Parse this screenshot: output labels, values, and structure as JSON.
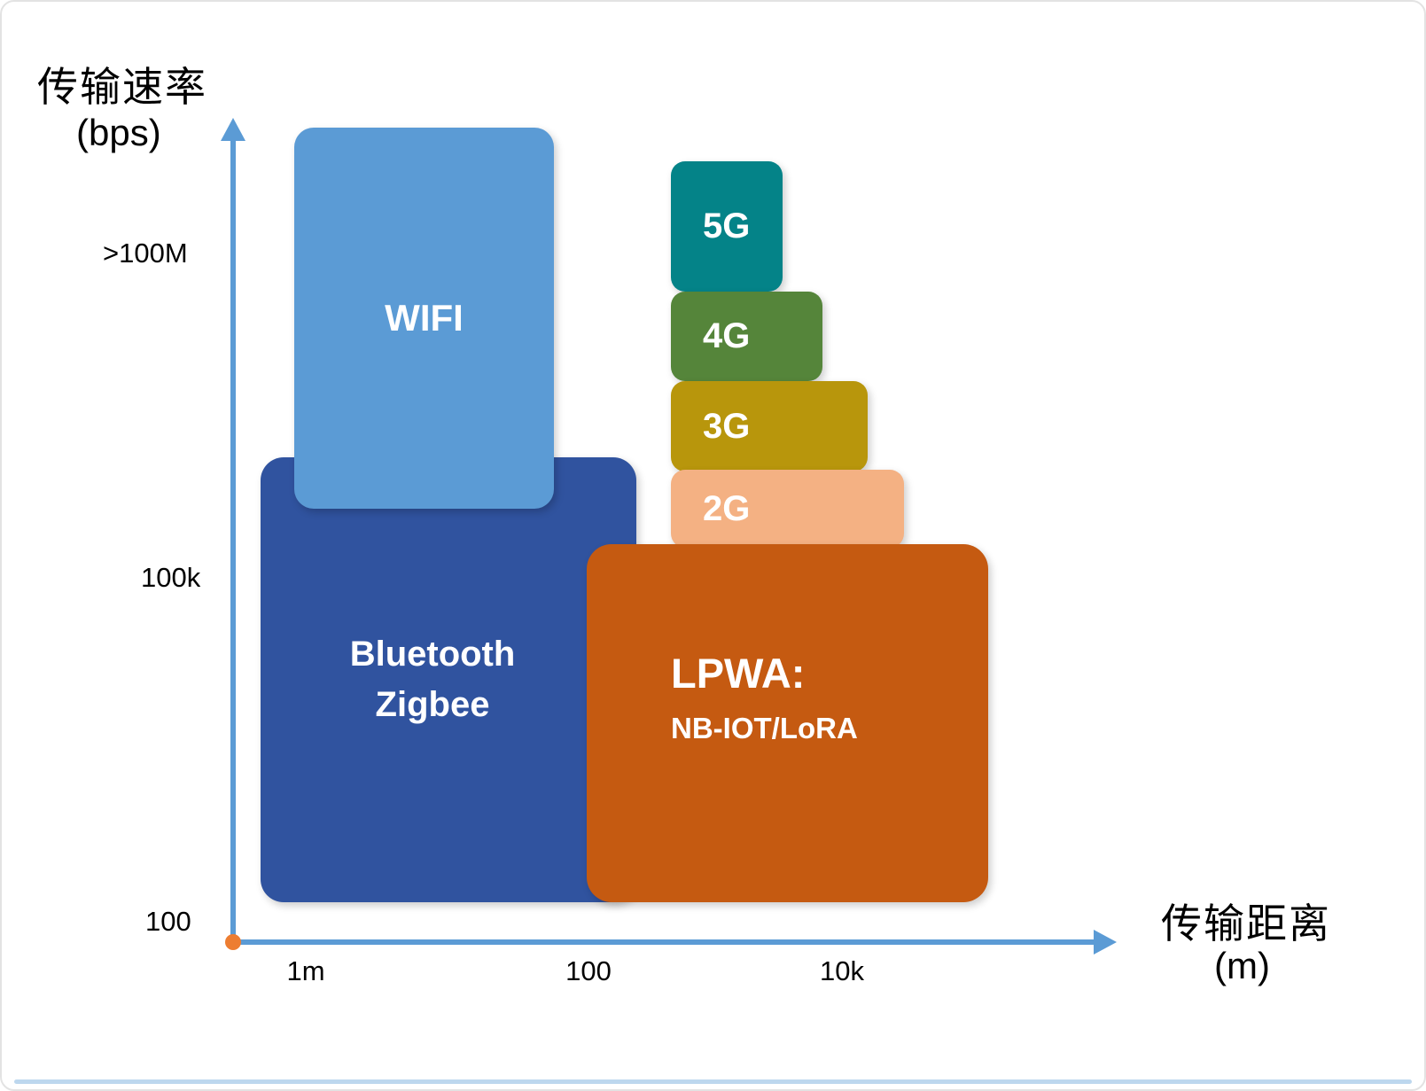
{
  "y_axis": {
    "title": "传输速率",
    "unit": "(bps)",
    "ticks": [
      ">100M",
      "100k",
      "100"
    ]
  },
  "x_axis": {
    "title": "传输距离",
    "unit": "(m)",
    "ticks": [
      "1m",
      "100",
      "10k"
    ]
  },
  "blocks": {
    "wifi": {
      "label": "WIFI",
      "color": "#5B9BD5"
    },
    "bluetooth": {
      "line1": "Bluetooth",
      "line2": "Zigbee",
      "color": "#30539F"
    },
    "lpwa": {
      "line1": "LPWA:",
      "line2": "NB-IOT/LoRA",
      "color": "#C55A11"
    },
    "g5": {
      "label": "5G",
      "color": "#048388"
    },
    "g4": {
      "label": "4G",
      "color": "#55853A"
    },
    "g3": {
      "label": "3G",
      "color": "#B8960C"
    },
    "g2": {
      "label": "2G",
      "color": "#F4B183"
    }
  },
  "colors": {
    "axis": "#5B9BD5",
    "origin_dot": "#ED7D31",
    "block_text": "#FFFFFF",
    "bottom_edge": "#BDD7EE"
  },
  "chart_data": {
    "type": "scatter",
    "title": "",
    "xlabel": "传输距离 (m)",
    "ylabel": "传输速率 (bps)",
    "x_ticks": [
      "1m",
      "100",
      "10k"
    ],
    "y_ticks": [
      "100",
      "100k",
      ">100M"
    ],
    "grid": false,
    "legend": false,
    "regions": [
      {
        "name": "WIFI",
        "x_range": "1m–100",
        "y_range": "~200k – >100M"
      },
      {
        "name": "Bluetooth / Zigbee",
        "x_range": "1m–100+",
        "y_range": "100 – ~200k"
      },
      {
        "name": "LPWA: NB-IOT/LoRA",
        "x_range": "100 – >10k",
        "y_range": "100 – ~100k"
      },
      {
        "name": "5G",
        "x_range": "~1k",
        "y_range": ">100M"
      },
      {
        "name": "4G",
        "x_range": "~1k–2k",
        "y_range": "~10M–100M"
      },
      {
        "name": "3G",
        "x_range": "~1k–3k",
        "y_range": "~1M–10M"
      },
      {
        "name": "2G",
        "x_range": "~1k–5k",
        "y_range": "~200k–1M"
      }
    ]
  }
}
